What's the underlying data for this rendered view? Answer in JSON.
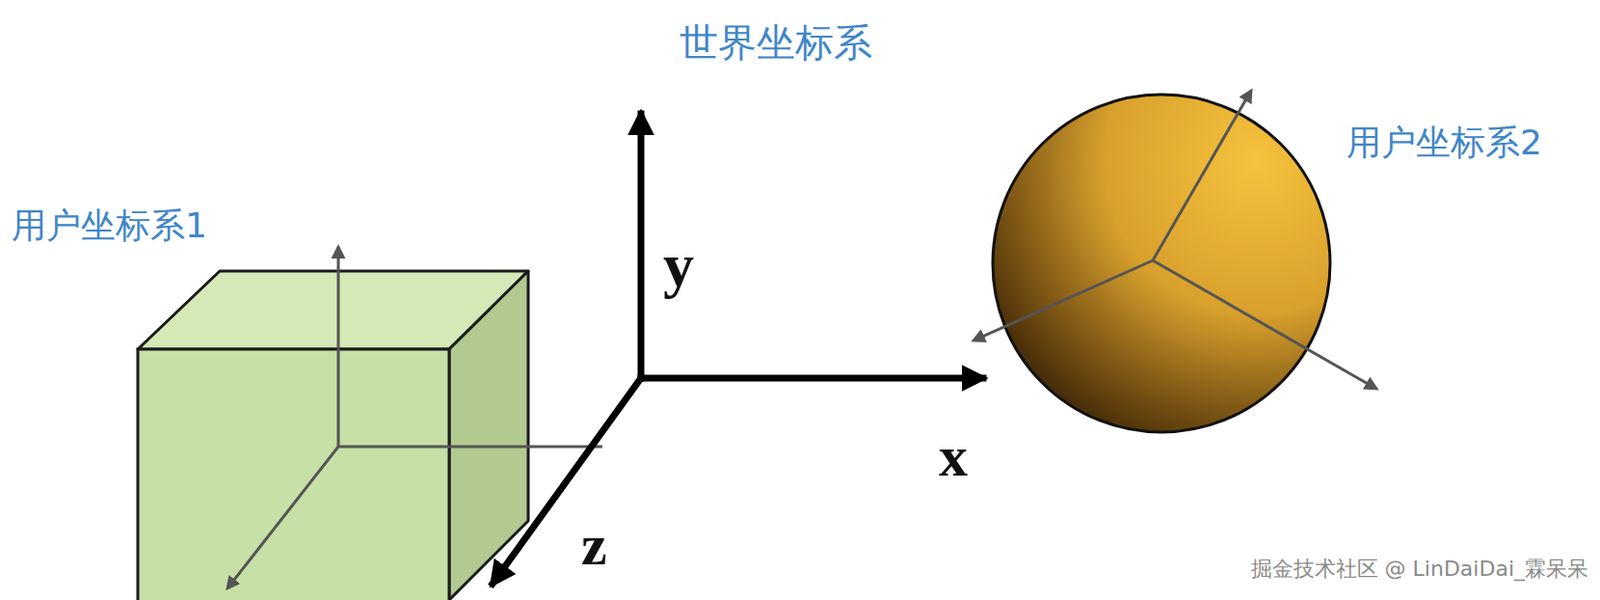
{
  "diagram": {
    "title": "世界坐标系",
    "labels": [
      "用户坐标系1",
      "用户坐标系2",
      "y",
      "x",
      "z",
      "掘金技术社区 @ LinDaiDai_霖呆呆"
    ]
  }
}
